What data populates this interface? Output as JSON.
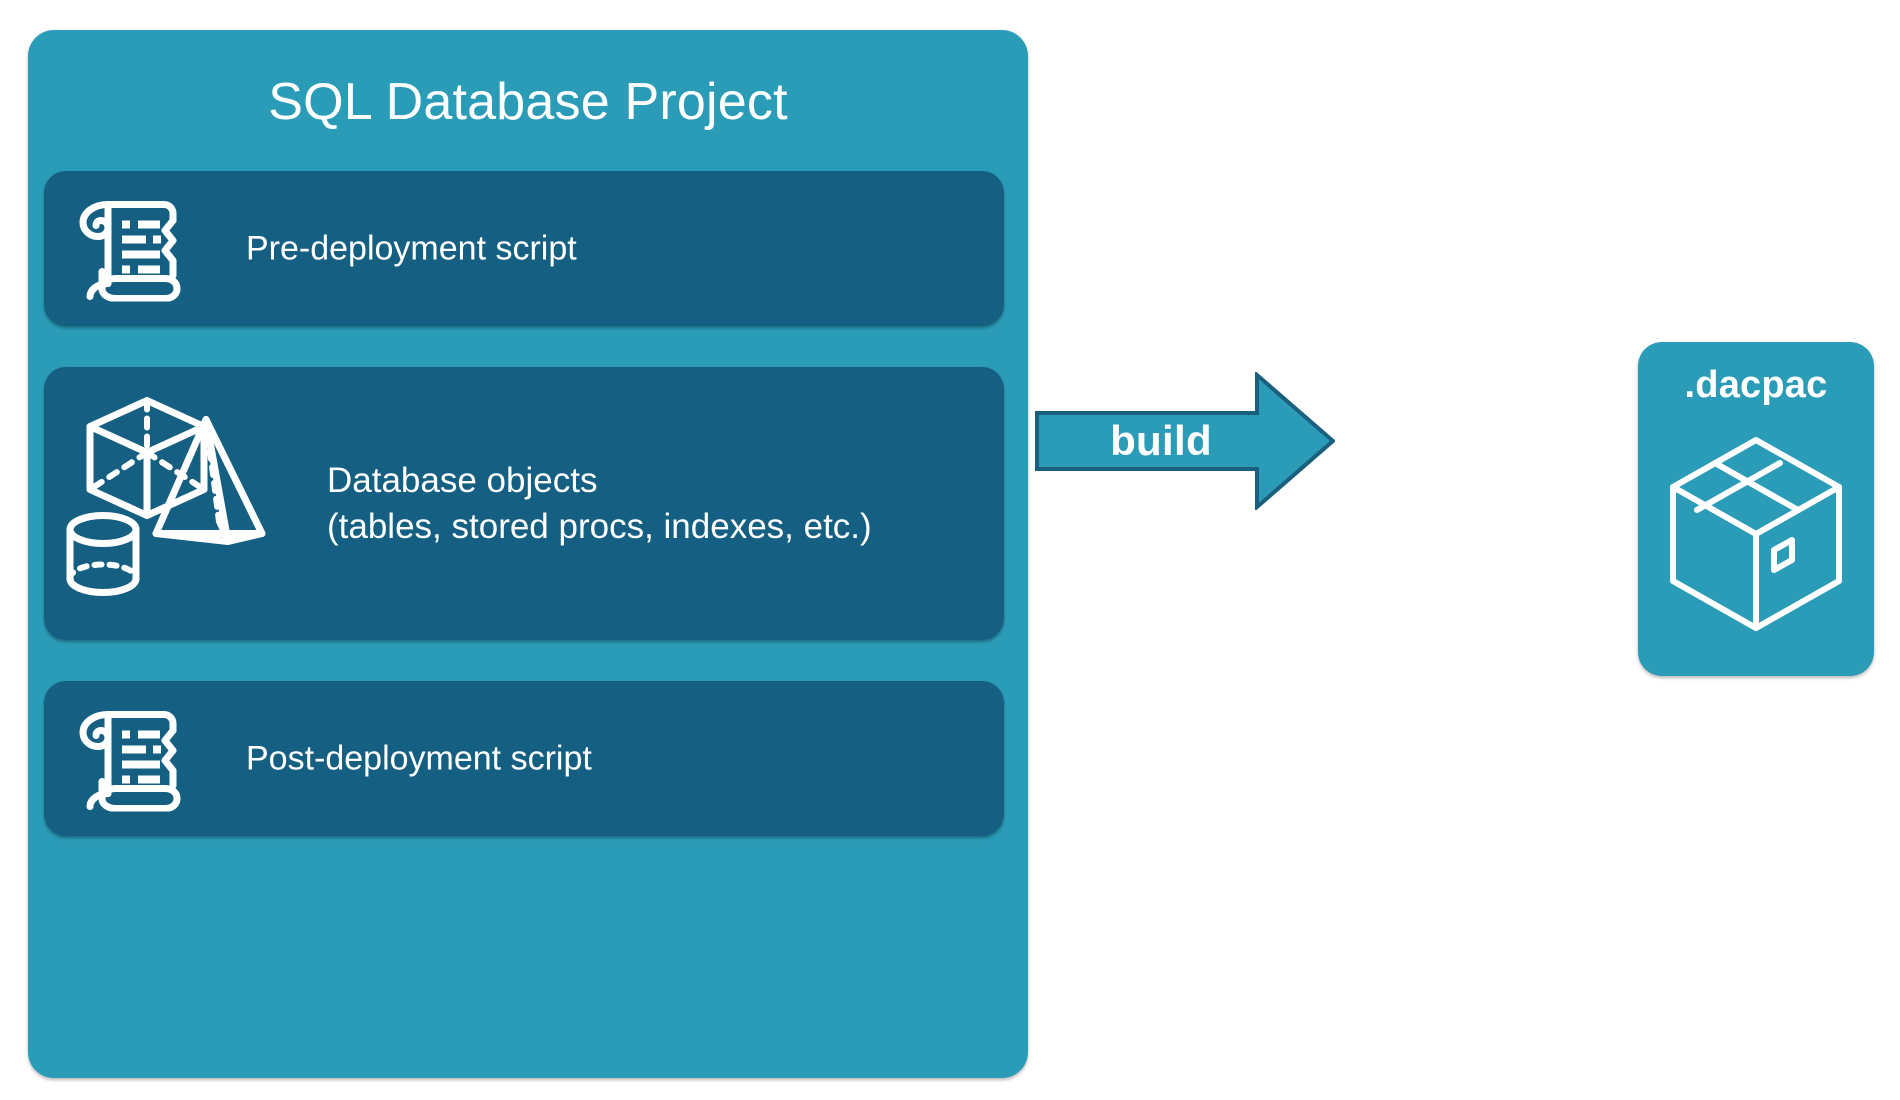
{
  "diagram": {
    "title": "SQL Database Project",
    "background_color": "#ffffff",
    "panel_color": "#2b9cb8",
    "card_color": "#156082",
    "accent_text_color": "#ffffff",
    "outline_color": "#1b5f7e"
  },
  "project_panel": {
    "title": "SQL Database Project",
    "cards": [
      {
        "id": "pre-deployment",
        "label": "Pre-deployment script",
        "icon": "scroll-icon"
      },
      {
        "id": "database-objects",
        "label_line1": "Database objects",
        "label_line2": "(tables, stored procs, indexes, etc.)",
        "icon": "3d-shapes-icon"
      },
      {
        "id": "post-deployment",
        "label": "Post-deployment script",
        "icon": "scroll-icon"
      }
    ]
  },
  "build_arrow": {
    "label": "build",
    "icon": "arrow-right-icon",
    "fill_color": "#2b9cb8",
    "stroke_color": "#1b5f7e"
  },
  "output_panel": {
    "title": ".dacpac",
    "icon": "package-box-icon",
    "fill_color": "#2b9cb8"
  }
}
